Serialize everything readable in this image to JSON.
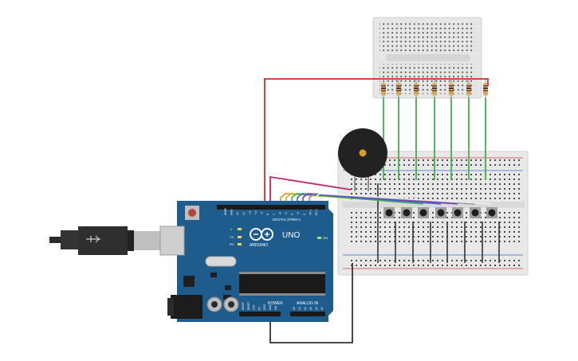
{
  "board": {
    "brand": "ARDUINO",
    "model": "UNO",
    "header_digital": "DIGITAL (PWM~)",
    "header_power": "POWER",
    "header_analog": "ANALOG IN",
    "pin_labels_top": [
      "AREF",
      "GND",
      "13",
      "12",
      "~11",
      "~10",
      "~9",
      "8",
      "7",
      "~6",
      "~5",
      "4",
      "~3",
      "2",
      "TX 1",
      "RX 0"
    ],
    "pin_labels_power": [
      "IOREF",
      "RESET",
      "3.3V",
      "5V",
      "GND",
      "GND",
      "VIN"
    ],
    "pin_labels_analog": [
      "A0",
      "A1",
      "A2",
      "A3",
      "A4",
      "A5"
    ],
    "led_labels": [
      "L",
      "TX",
      "RX"
    ],
    "on_label": "ON"
  },
  "components": {
    "usb_cable": "usb-cable",
    "piezo": "piezo-buzzer",
    "pushbuttons": 7,
    "resistors": 7,
    "colors": {
      "wire_red": "#d42b2b",
      "wire_black": "#333333",
      "wire_green": "#3fb24a",
      "wire_magenta": "#c2266e",
      "board_blue": "#1d5c8c",
      "breadboard": "#e8e8e8"
    }
  }
}
